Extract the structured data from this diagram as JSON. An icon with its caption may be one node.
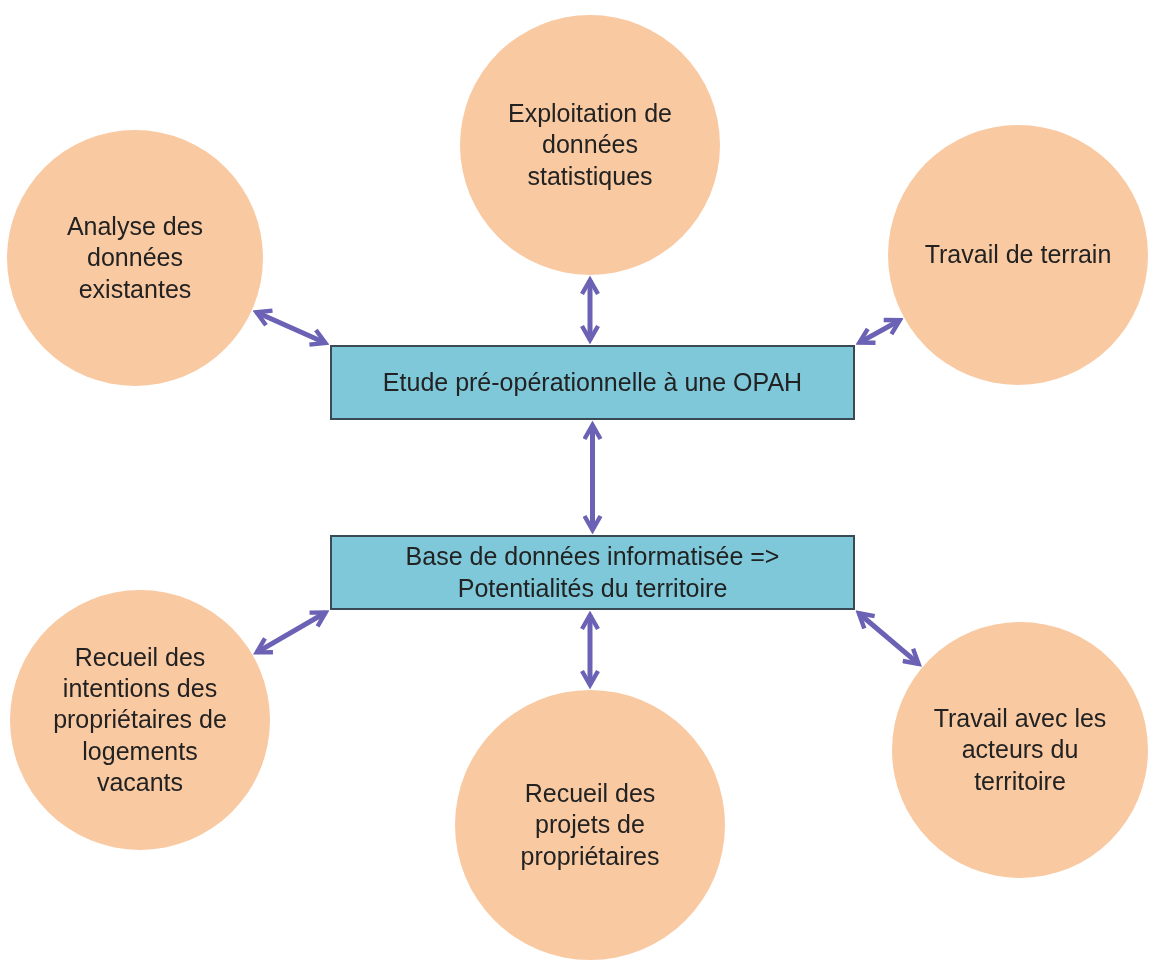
{
  "diagram": {
    "nodes": [
      {
        "text": [
          "Exploitation de données statistiques"
        ]
      },
      {
        "text": [
          "Analyse des données existantes"
        ]
      },
      {
        "text": [
          "Travail de terrain"
        ]
      },
      {
        "text": [
          "Etude pré-opérationnelle à une OPAH"
        ]
      },
      {
        "text": [
          "Base de données informatisée => Potentialités du territoire"
        ]
      },
      {
        "text": [
          "Recueil des intentions des propriétaires de logements vacants"
        ]
      },
      {
        "text": [
          "Recueil des projets de propriétaires"
        ]
      },
      {
        "text": [
          "Travail avec les acteurs du territoire"
        ]
      }
    ],
    "edges": [
      {
        "from": 1,
        "to": 3,
        "arrow": "both"
      },
      {
        "from": 0,
        "to": 3,
        "arrow": "both"
      },
      {
        "from": 2,
        "to": 3,
        "arrow": "both"
      },
      {
        "from": 3,
        "to": 4,
        "arrow": "both"
      },
      {
        "from": 4,
        "to": 5,
        "arrow": "both"
      },
      {
        "from": 4,
        "to": 6,
        "arrow": "both"
      },
      {
        "from": 4,
        "to": 7,
        "arrow": "both"
      }
    ]
  }
}
